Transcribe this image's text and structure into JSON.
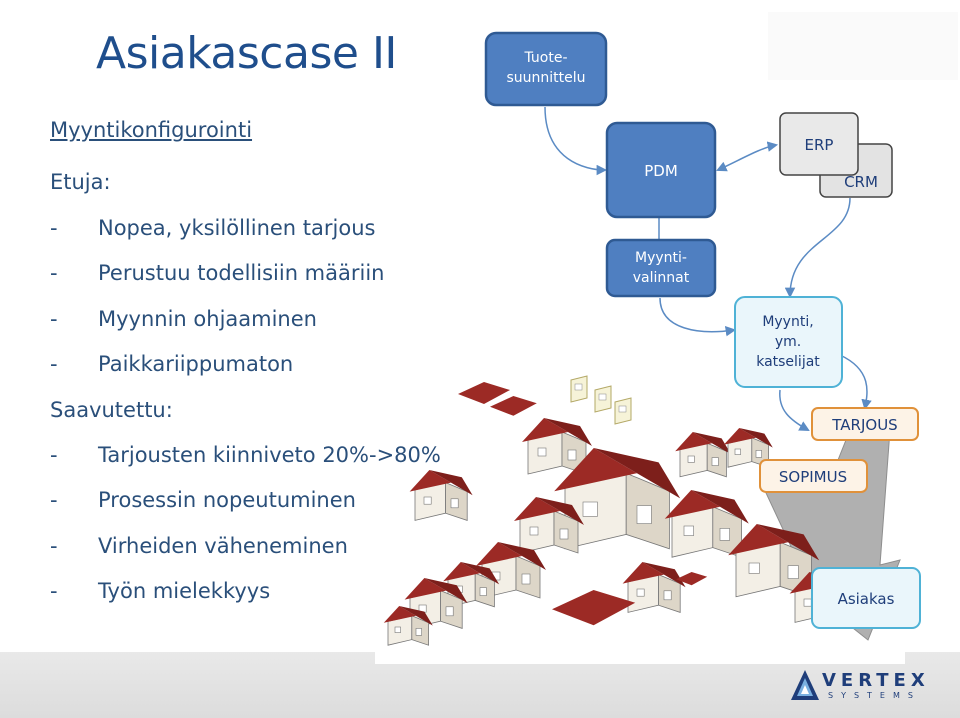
{
  "title": "Asiakascase II",
  "subtitle": "Myyntikonfigurointi",
  "benefits": {
    "label": "Etuja:",
    "items": [
      "Nopea, yksilöllinen tarjous",
      "Perustuu todellisiin määriin",
      "Myynnin ohjaaminen",
      "Paikkariippumaton"
    ]
  },
  "achieved": {
    "label": "Saavutettu:",
    "items": [
      "Tarjousten kiinniveto 20%->80%",
      "Prosessin nopeutuminen",
      "Virheiden väheneminen",
      "Työn mielekkyys"
    ]
  },
  "bullet": "-",
  "diagram": {
    "product_design": [
      "Tuote-",
      "suunnittelu"
    ],
    "pdm": "PDM",
    "sales_options": [
      "Myynti-",
      "valinnat"
    ],
    "erp": "ERP",
    "crm": "CRM",
    "viewers": [
      "Myynti,",
      "ym.",
      "katselijat"
    ],
    "offer": "TARJOUS",
    "contract": "SOPIMUS",
    "customer": "Asiakas"
  },
  "logo": {
    "name": "VERTEX",
    "tagline": "SYSTEMS"
  },
  "colors": {
    "title": "#1f4e8c",
    "text": "#2a4f7a",
    "box_dark_fill": "#4f7fc1",
    "box_dark_stroke": "#2f5a93",
    "box_light_fill": "#eaf6fb",
    "box_light_stroke": "#4fb2d6",
    "box_orange_fill": "#fdf3e7",
    "box_orange_stroke": "#e0913a",
    "roof": "#9c2a25",
    "arrow_gray": "#b0b0b0",
    "connector": "#5b8bc4"
  }
}
